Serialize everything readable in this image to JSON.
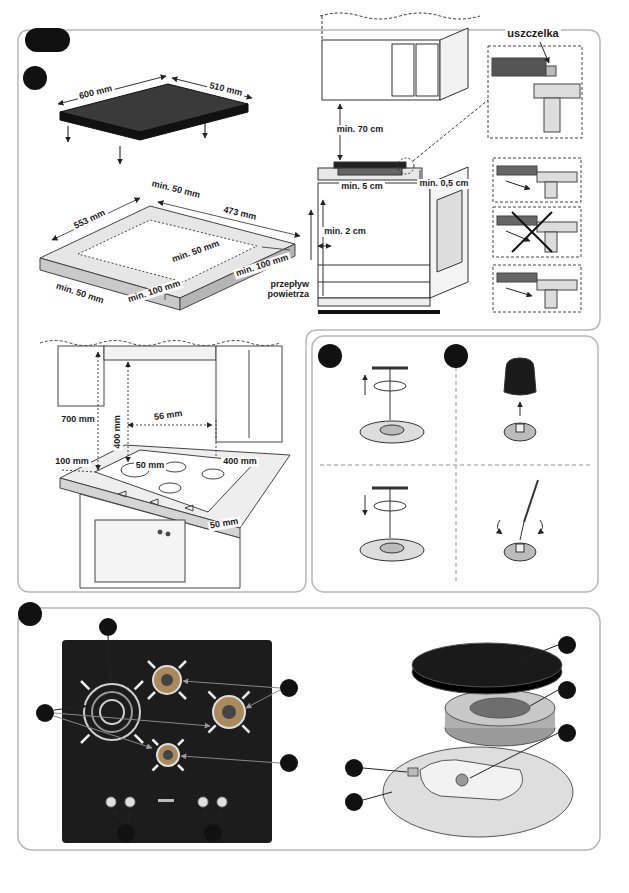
{
  "diagram": {
    "labels": [
      "600 mm",
      "510 mm",
      "min. 50 mm",
      "553 mm",
      "473 mm",
      "min. 50 mm",
      "min. 100 mm",
      "min. 50 mm",
      "min. 100 mm",
      "uszczelka",
      "min. 70 cm",
      "min. 5 cm",
      "min. 0,5 cm",
      "min. 2 cm",
      "przepływ powietrza",
      "700 mm",
      "400 mm",
      "56 mm",
      "50 mm",
      "400 mm",
      "100 mm",
      "50 mm"
    ]
  }
}
